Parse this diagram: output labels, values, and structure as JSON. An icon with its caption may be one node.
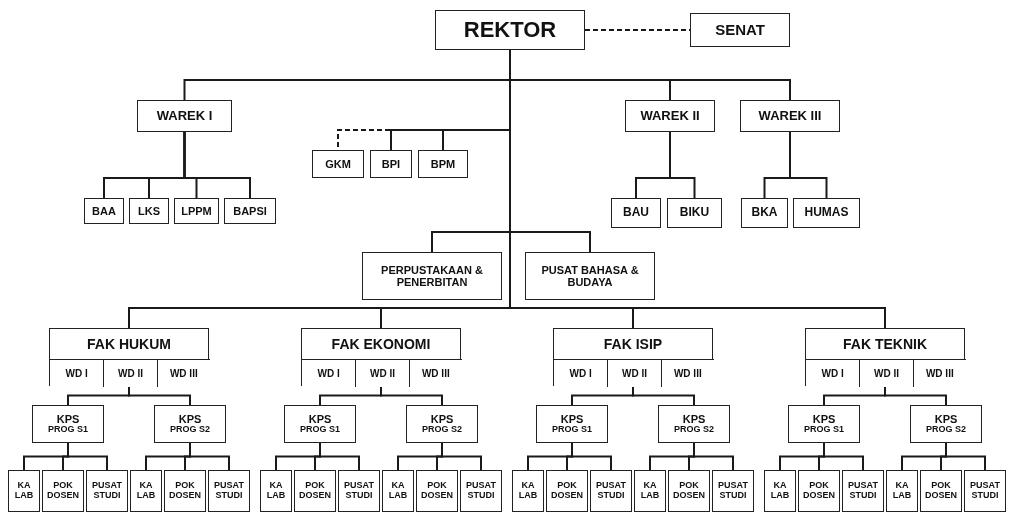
{
  "diagram": {
    "nodes": [
      {
        "text": [
          "REKTOR"
        ]
      },
      {
        "text": [
          "SENAT"
        ]
      },
      {
        "text": [
          "WAREK I"
        ]
      },
      {
        "text": [
          "BAA"
        ]
      },
      {
        "text": [
          "LKS"
        ]
      },
      {
        "text": [
          "LPPM"
        ]
      },
      {
        "text": [
          "BAPSI"
        ]
      },
      {
        "text": [
          "GKM"
        ]
      },
      {
        "text": [
          "BPI"
        ]
      },
      {
        "text": [
          "BPM"
        ]
      },
      {
        "text": [
          "WAREK II"
        ]
      },
      {
        "text": [
          "BAU"
        ]
      },
      {
        "text": [
          "BIKU"
        ]
      },
      {
        "text": [
          "WAREK III"
        ]
      },
      {
        "text": [
          "BKA"
        ]
      },
      {
        "text": [
          "HUMAS"
        ]
      },
      {
        "text": [
          "PERPUSTAKAAN & PENERBITAN"
        ]
      },
      {
        "text": [
          "PUSAT BAHASA & BUDAYA"
        ]
      },
      {
        "text": [
          "FAK HUKUM"
        ]
      },
      {
        "text": [
          "WD I"
        ],
        "in": 18
      },
      {
        "text": [
          "WD II"
        ],
        "in": 18
      },
      {
        "text": [
          "WD III"
        ],
        "in": 18
      },
      {
        "text": [
          "KPS",
          "PROG S1"
        ]
      },
      {
        "text": [
          "KA LAB"
        ]
      },
      {
        "text": [
          "POK DOSEN"
        ]
      },
      {
        "text": [
          "PUSAT STUDI"
        ]
      },
      {
        "text": [
          "KPS",
          "PROG S2"
        ]
      },
      {
        "text": [
          "KA LAB"
        ]
      },
      {
        "text": [
          "POK DOSEN"
        ]
      },
      {
        "text": [
          "PUSAT STUDI"
        ]
      },
      {
        "text": [
          "FAK EKONOMI"
        ]
      },
      {
        "text": [
          "WD I"
        ],
        "in": 30
      },
      {
        "text": [
          "WD II"
        ],
        "in": 30
      },
      {
        "text": [
          "WD III"
        ],
        "in": 30
      },
      {
        "text": [
          "KPS",
          "PROG S1"
        ]
      },
      {
        "text": [
          "KA LAB"
        ]
      },
      {
        "text": [
          "POK DOSEN"
        ]
      },
      {
        "text": [
          "PUSAT STUDI"
        ]
      },
      {
        "text": [
          "KPS",
          "PROG S2"
        ]
      },
      {
        "text": [
          "KA LAB"
        ]
      },
      {
        "text": [
          "POK DOSEN"
        ]
      },
      {
        "text": [
          "PUSAT STUDI"
        ]
      },
      {
        "text": [
          "FAK ISIP"
        ]
      },
      {
        "text": [
          "WD I"
        ],
        "in": 42
      },
      {
        "text": [
          "WD II"
        ],
        "in": 42
      },
      {
        "text": [
          "WD III"
        ],
        "in": 42
      },
      {
        "text": [
          "KPS",
          "PROG S1"
        ]
      },
      {
        "text": [
          "KA LAB"
        ]
      },
      {
        "text": [
          "POK DOSEN"
        ]
      },
      {
        "text": [
          "PUSAT STUDI"
        ]
      },
      {
        "text": [
          "KPS",
          "PROG S2"
        ]
      },
      {
        "text": [
          "KA LAB"
        ]
      },
      {
        "text": [
          "POK DOSEN"
        ]
      },
      {
        "text": [
          "PUSAT STUDI"
        ]
      },
      {
        "text": [
          "FAK TEKNIK"
        ]
      },
      {
        "text": [
          "WD I"
        ],
        "in": 54
      },
      {
        "text": [
          "WD II"
        ],
        "in": 54
      },
      {
        "text": [
          "WD III"
        ],
        "in": 54
      },
      {
        "text": [
          "KPS",
          "PROG S1"
        ]
      },
      {
        "text": [
          "KA LAB"
        ]
      },
      {
        "text": [
          "POK DOSEN"
        ]
      },
      {
        "text": [
          "PUSAT STUDI"
        ]
      },
      {
        "text": [
          "KPS",
          "PROG S2"
        ]
      },
      {
        "text": [
          "KA LAB"
        ]
      },
      {
        "text": [
          "POK DOSEN"
        ]
      },
      {
        "text": [
          "PUSAT STUDI"
        ]
      }
    ],
    "edges": [
      {
        "from": 0,
        "to": 1,
        "arrow": "none",
        "style": "dashed"
      },
      {
        "from": 0,
        "to": 2,
        "arrow": "none"
      },
      {
        "from": 2,
        "to": 3,
        "arrow": "none"
      },
      {
        "from": 2,
        "to": 4,
        "arrow": "none"
      },
      {
        "from": 2,
        "to": 5,
        "arrow": "none"
      },
      {
        "from": 2,
        "to": 6,
        "arrow": "none"
      },
      {
        "from": 0,
        "to": 7,
        "arrow": "none",
        "style": "dashed"
      },
      {
        "from": 0,
        "to": 8,
        "arrow": "none"
      },
      {
        "from": 0,
        "to": 9,
        "arrow": "none"
      },
      {
        "from": 0,
        "to": 10,
        "arrow": "none"
      },
      {
        "from": 10,
        "to": 11,
        "arrow": "none"
      },
      {
        "from": 10,
        "to": 12,
        "arrow": "none"
      },
      {
        "from": 0,
        "to": 13,
        "arrow": "none"
      },
      {
        "from": 13,
        "to": 14,
        "arrow": "none"
      },
      {
        "from": 13,
        "to": 15,
        "arrow": "none"
      },
      {
        "from": 0,
        "to": 16,
        "arrow": "none"
      },
      {
        "from": 0,
        "to": 17,
        "arrow": "none"
      },
      {
        "from": 0,
        "to": 18,
        "arrow": "none"
      },
      {
        "from": 20,
        "to": 22,
        "arrow": "none"
      },
      {
        "from": 20,
        "to": 26,
        "arrow": "none"
      },
      {
        "from": 22,
        "to": 23,
        "arrow": "none"
      },
      {
        "from": 22,
        "to": 24,
        "arrow": "none"
      },
      {
        "from": 22,
        "to": 25,
        "arrow": "none"
      },
      {
        "from": 26,
        "to": 27,
        "arrow": "none"
      },
      {
        "from": 26,
        "to": 28,
        "arrow": "none"
      },
      {
        "from": 26,
        "to": 29,
        "arrow": "none"
      },
      {
        "from": 0,
        "to": 30,
        "arrow": "none"
      },
      {
        "from": 32,
        "to": 34,
        "arrow": "none"
      },
      {
        "from": 32,
        "to": 38,
        "arrow": "none"
      },
      {
        "from": 34,
        "to": 35,
        "arrow": "none"
      },
      {
        "from": 34,
        "to": 36,
        "arrow": "none"
      },
      {
        "from": 34,
        "to": 37,
        "arrow": "none"
      },
      {
        "from": 38,
        "to": 39,
        "arrow": "none"
      },
      {
        "from": 38,
        "to": 40,
        "arrow": "none"
      },
      {
        "from": 38,
        "to": 41,
        "arrow": "none"
      },
      {
        "from": 0,
        "to": 42,
        "arrow": "none"
      },
      {
        "from": 44,
        "to": 46,
        "arrow": "none"
      },
      {
        "from": 44,
        "to": 50,
        "arrow": "none"
      },
      {
        "from": 46,
        "to": 47,
        "arrow": "none"
      },
      {
        "from": 46,
        "to": 48,
        "arrow": "none"
      },
      {
        "from": 46,
        "to": 49,
        "arrow": "none"
      },
      {
        "from": 50,
        "to": 51,
        "arrow": "none"
      },
      {
        "from": 50,
        "to": 52,
        "arrow": "none"
      },
      {
        "from": 50,
        "to": 53,
        "arrow": "none"
      },
      {
        "from": 0,
        "to": 54,
        "arrow": "none"
      },
      {
        "from": 56,
        "to": 58,
        "arrow": "none"
      },
      {
        "from": 56,
        "to": 62,
        "arrow": "none"
      },
      {
        "from": 58,
        "to": 59,
        "arrow": "none"
      },
      {
        "from": 58,
        "to": 60,
        "arrow": "none"
      },
      {
        "from": 58,
        "to": 61,
        "arrow": "none"
      },
      {
        "from": 62,
        "to": 63,
        "arrow": "none"
      },
      {
        "from": 62,
        "to": 64,
        "arrow": "none"
      },
      {
        "from": 62,
        "to": 65,
        "arrow": "none"
      }
    ]
  }
}
